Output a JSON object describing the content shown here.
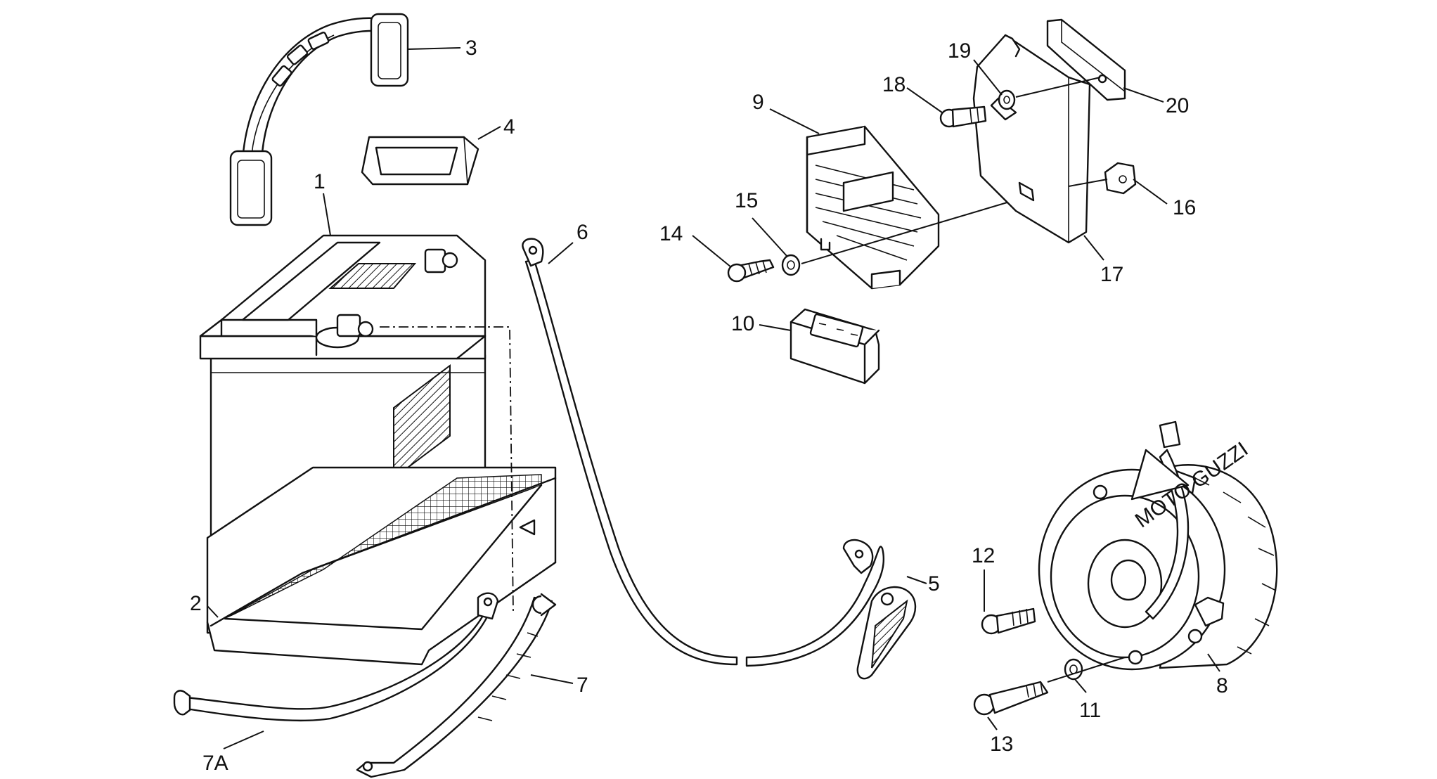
{
  "callouts": [
    {
      "id": "c1",
      "label": "1"
    },
    {
      "id": "c2",
      "label": "2"
    },
    {
      "id": "c3",
      "label": "3"
    },
    {
      "id": "c4",
      "label": "4"
    },
    {
      "id": "c5",
      "label": "5"
    },
    {
      "id": "c6",
      "label": "6"
    },
    {
      "id": "c7",
      "label": "7"
    },
    {
      "id": "c7a",
      "label": "7A"
    },
    {
      "id": "c8",
      "label": "8"
    },
    {
      "id": "c9",
      "label": "9"
    },
    {
      "id": "c10",
      "label": "10"
    },
    {
      "id": "c11",
      "label": "11"
    },
    {
      "id": "c12",
      "label": "12"
    },
    {
      "id": "c13",
      "label": "13"
    },
    {
      "id": "c14",
      "label": "14"
    },
    {
      "id": "c15",
      "label": "15"
    },
    {
      "id": "c16",
      "label": "16"
    },
    {
      "id": "c17",
      "label": "17"
    },
    {
      "id": "c18",
      "label": "18"
    },
    {
      "id": "c19",
      "label": "19"
    },
    {
      "id": "c20",
      "label": "20"
    }
  ],
  "logo_text": "MOTO GUZZI"
}
